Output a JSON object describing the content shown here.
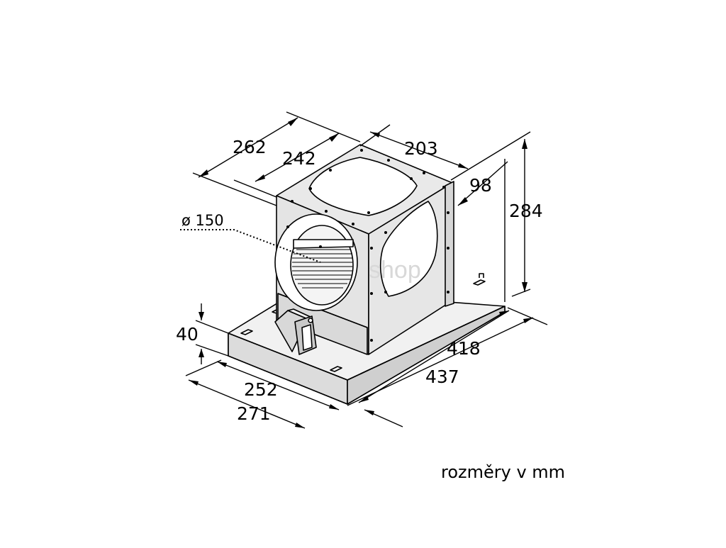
{
  "dimensions": {
    "d262": "262",
    "d242": "242",
    "d203": "203",
    "d98": "98",
    "d284": "284",
    "d150": "ø 150",
    "d40": "40",
    "d418": "418",
    "d437": "437",
    "d252": "252",
    "d271": "271"
  },
  "caption": "rozměry v mm",
  "watermark": "shop"
}
